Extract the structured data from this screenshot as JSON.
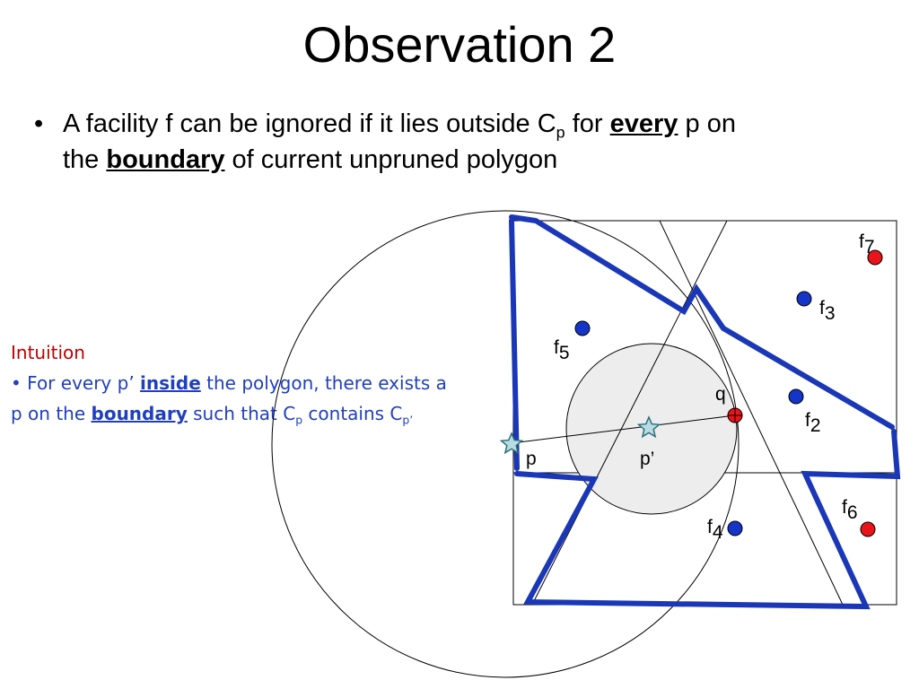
{
  "title": "Observation 2",
  "bullet": {
    "marker": "•",
    "part1": "A facility f can be ignored if it lies outside C",
    "sub_p": "p",
    "part2": " for ",
    "every": "every",
    "part3": " p on",
    "part4": "the ",
    "boundary": "boundary",
    "part5": " of current unpruned polygon"
  },
  "intuition": {
    "heading": "Intuition",
    "bullet_marker": "•",
    "line1_a": " For every p’ ",
    "inside": "inside",
    "line1_b": " the polygon, there exists a",
    "line2_a": "p on the ",
    "boundary": "boundary",
    "line2_b": " such that C",
    "sub_p": "p",
    "line2_c": " contains C",
    "sub_pprime": "p’"
  },
  "diagram": {
    "labels": {
      "f7": "f",
      "f7_sub": "7",
      "f3": "f",
      "f3_sub": "3",
      "f5": "f",
      "f5_sub": "5",
      "q": "q",
      "f2": "f",
      "f2_sub": "2",
      "p": "p",
      "p_prime": "p’",
      "f6": "f",
      "f6_sub": "6",
      "f4": "f",
      "f4_sub": "4"
    },
    "colors": {
      "polygon": "#1a37b8",
      "facility_blue": "#1535c8",
      "facility_red": "#e8141a",
      "small_circle_fill": "#ededed",
      "star_fill": "#b7dde3",
      "star_stroke": "#2f6f7a",
      "line": "#000000"
    }
  }
}
